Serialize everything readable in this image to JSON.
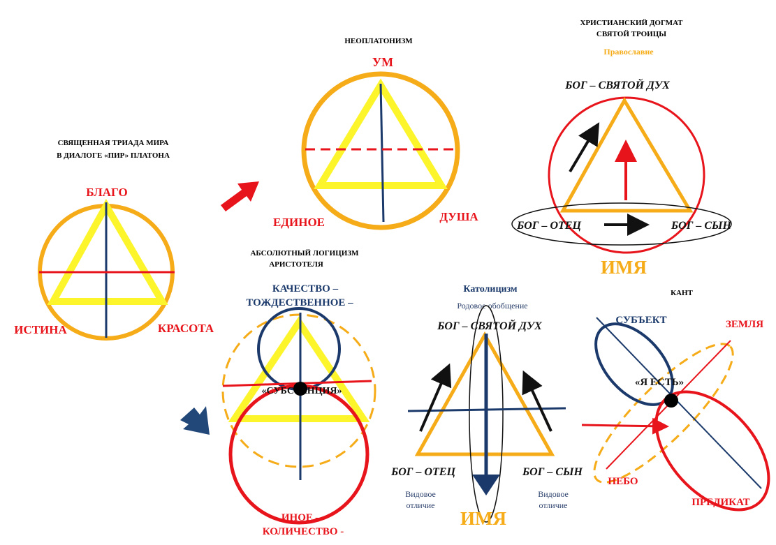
{
  "colors": {
    "orange": "#f5ac18",
    "yellow": "#fdf52b",
    "red": "#e8141b",
    "navy": "#1b3a6b",
    "black": "#111111",
    "navy_arrow": "#22487a"
  },
  "plato": {
    "title_line1": "СВЯЩЕННАЯ ТРИАДА МИРА",
    "title_line2": "В ДИАЛОГЕ «ПИР» ПЛАТОНА",
    "top": "БЛАГО",
    "left": "ИСТИНА",
    "right": "КРАСОТА"
  },
  "neoplatonism": {
    "title": "НЕОПЛАТОНИЗМ",
    "top": "УМ",
    "left": "ЕДИНОЕ",
    "right": "ДУША"
  },
  "orthodox": {
    "title_line1": "ХРИСТИАНСКИЙ ДОГМАТ",
    "title_line2": "СВЯТОЙ ТРОИЦЫ",
    "subtitle": "Православие",
    "top": "БОГ – СВЯТОЙ ДУХ",
    "left": "БОГ – ОТЕЦ",
    "right": "БОГ – СЫН",
    "bottom": "ИМЯ"
  },
  "aristotle": {
    "title_line1": "АБСОЛЮТНЫЙ ЛОГИЦИЗМ",
    "title_line2": "АРИСТОТЕЛЯ",
    "top_line1": "КАЧЕСТВО –",
    "top_line2": "ТОЖДЕСТВЕННОЕ –",
    "center": "«СУБСТАНЦИЯ»",
    "bottom_line1": "ИНОЕ –",
    "bottom_line2": "КОЛИЧЕСТВО -"
  },
  "catholic": {
    "title": "Католицизм",
    "subtitle": "Родовое обобщение",
    "top": "БОГ – СВЯТОЙ ДУХ",
    "left": "БОГ – ОТЕЦ",
    "right": "БОГ – СЫН",
    "left_sub_line1": "Видовое",
    "left_sub_line2": "отличие",
    "right_sub_line1": "Видовое",
    "right_sub_line2": "отличие",
    "bottom": "ИМЯ"
  },
  "kant": {
    "title": "КАНТ",
    "subject": "СУБЪЕКТ",
    "earth": "ЗЕМЛЯ",
    "center": "«Я ЕСТЬ»",
    "sky": "НЕБО",
    "predicate": "ПРЕДИКАТ"
  }
}
